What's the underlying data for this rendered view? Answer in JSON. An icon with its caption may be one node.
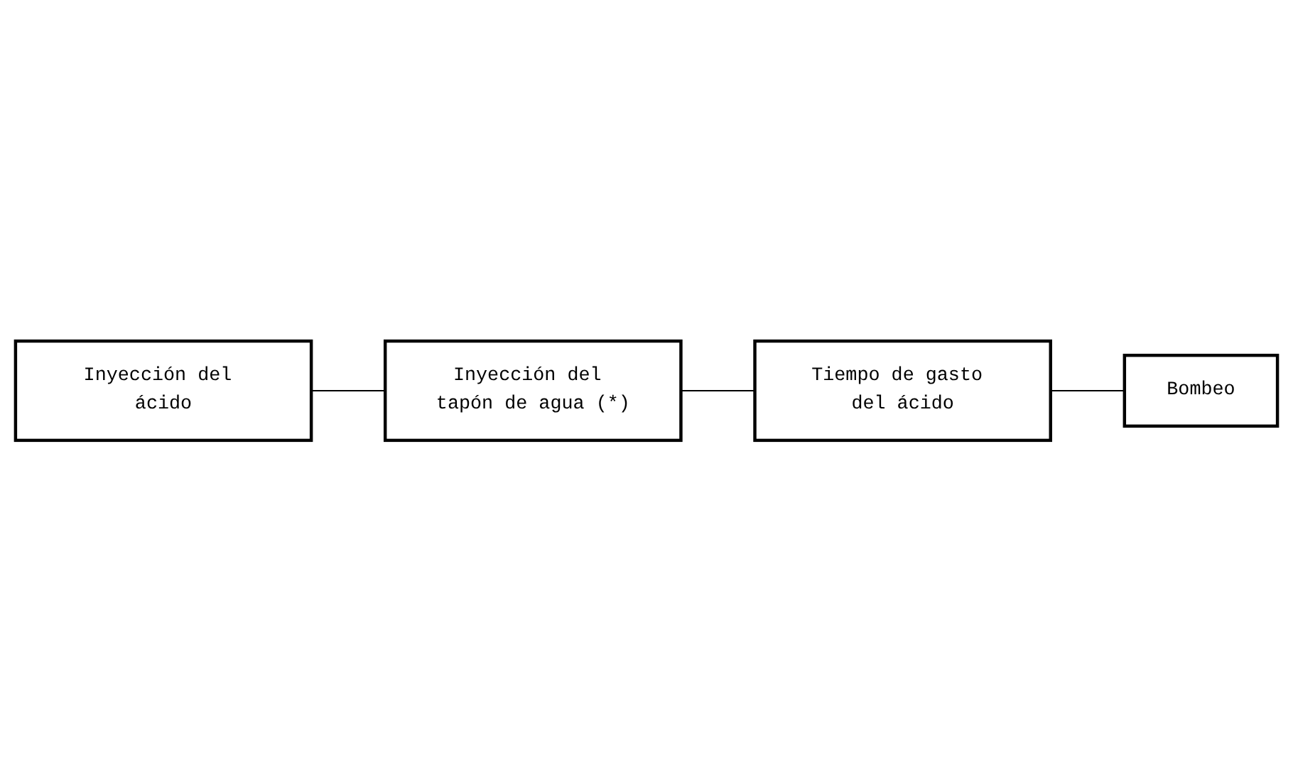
{
  "diagram": {
    "nodes": [
      {
        "text": [
          "Inyección del ácido"
        ]
      },
      {
        "text": [
          "Inyección del tapón de agua (*)"
        ]
      },
      {
        "text": [
          "Tiempo de gasto del ácido"
        ]
      },
      {
        "text": [
          "Bombeo"
        ]
      }
    ],
    "edges": [
      {
        "from": 0,
        "to": 1,
        "arrow": "none"
      },
      {
        "from": 1,
        "to": 2,
        "arrow": "none"
      },
      {
        "from": 2,
        "to": 3,
        "arrow": "none"
      }
    ]
  }
}
